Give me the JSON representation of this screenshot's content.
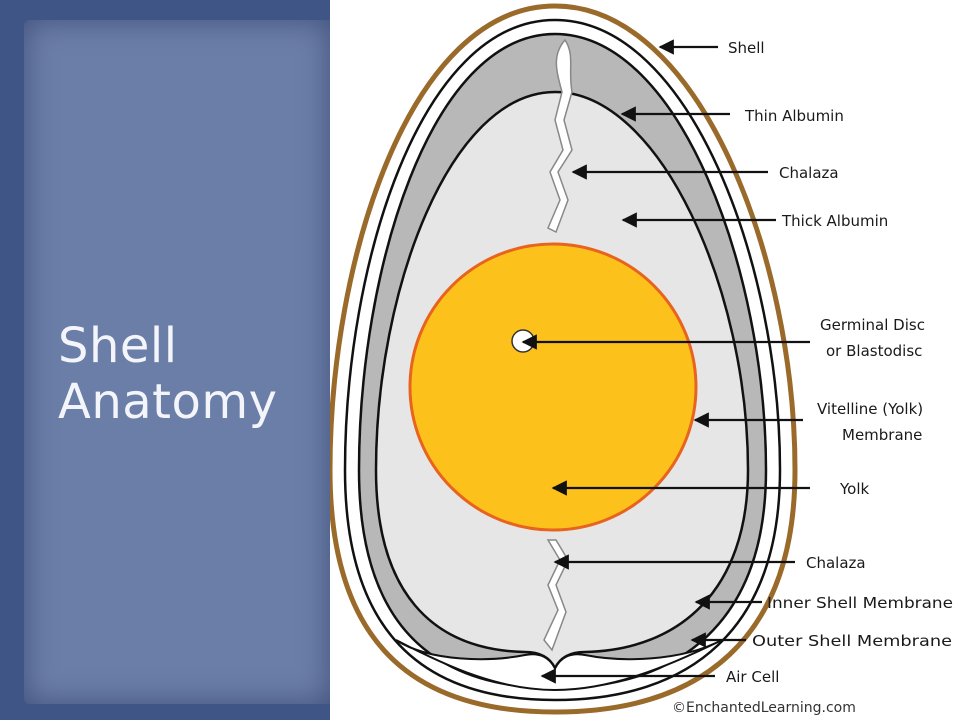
{
  "slide": {
    "title_line1": "Shell",
    "title_line2": "Anatomy"
  },
  "diagram": {
    "labels": {
      "shell": "Shell",
      "thin_albumin": "Thin Albumin",
      "chalaza_top": "Chalaza",
      "thick_albumin": "Thick Albumin",
      "germinal_disc_1": "Germinal Disc",
      "germinal_disc_2": "or Blastodisc",
      "vitelline_1": "Vitelline (Yolk)",
      "vitelline_2": "Membrane",
      "yolk": "Yolk",
      "chalaza_bottom": "Chalaza",
      "inner_shell_membrane": "Inner Shell Membrane",
      "outer_shell_membrane": "Outer Shell Membrane",
      "air_cell": "Air Cell"
    },
    "credit": "©EnchantedLearning.com",
    "colors": {
      "shell": "#9a6a2a",
      "thin_albumin": "#b8b8b8",
      "thick_albumin": "#e6e6e6",
      "yolk": "#fcc21b",
      "yolk_rim": "#e8641e",
      "background_panel": "#3f5585"
    }
  }
}
